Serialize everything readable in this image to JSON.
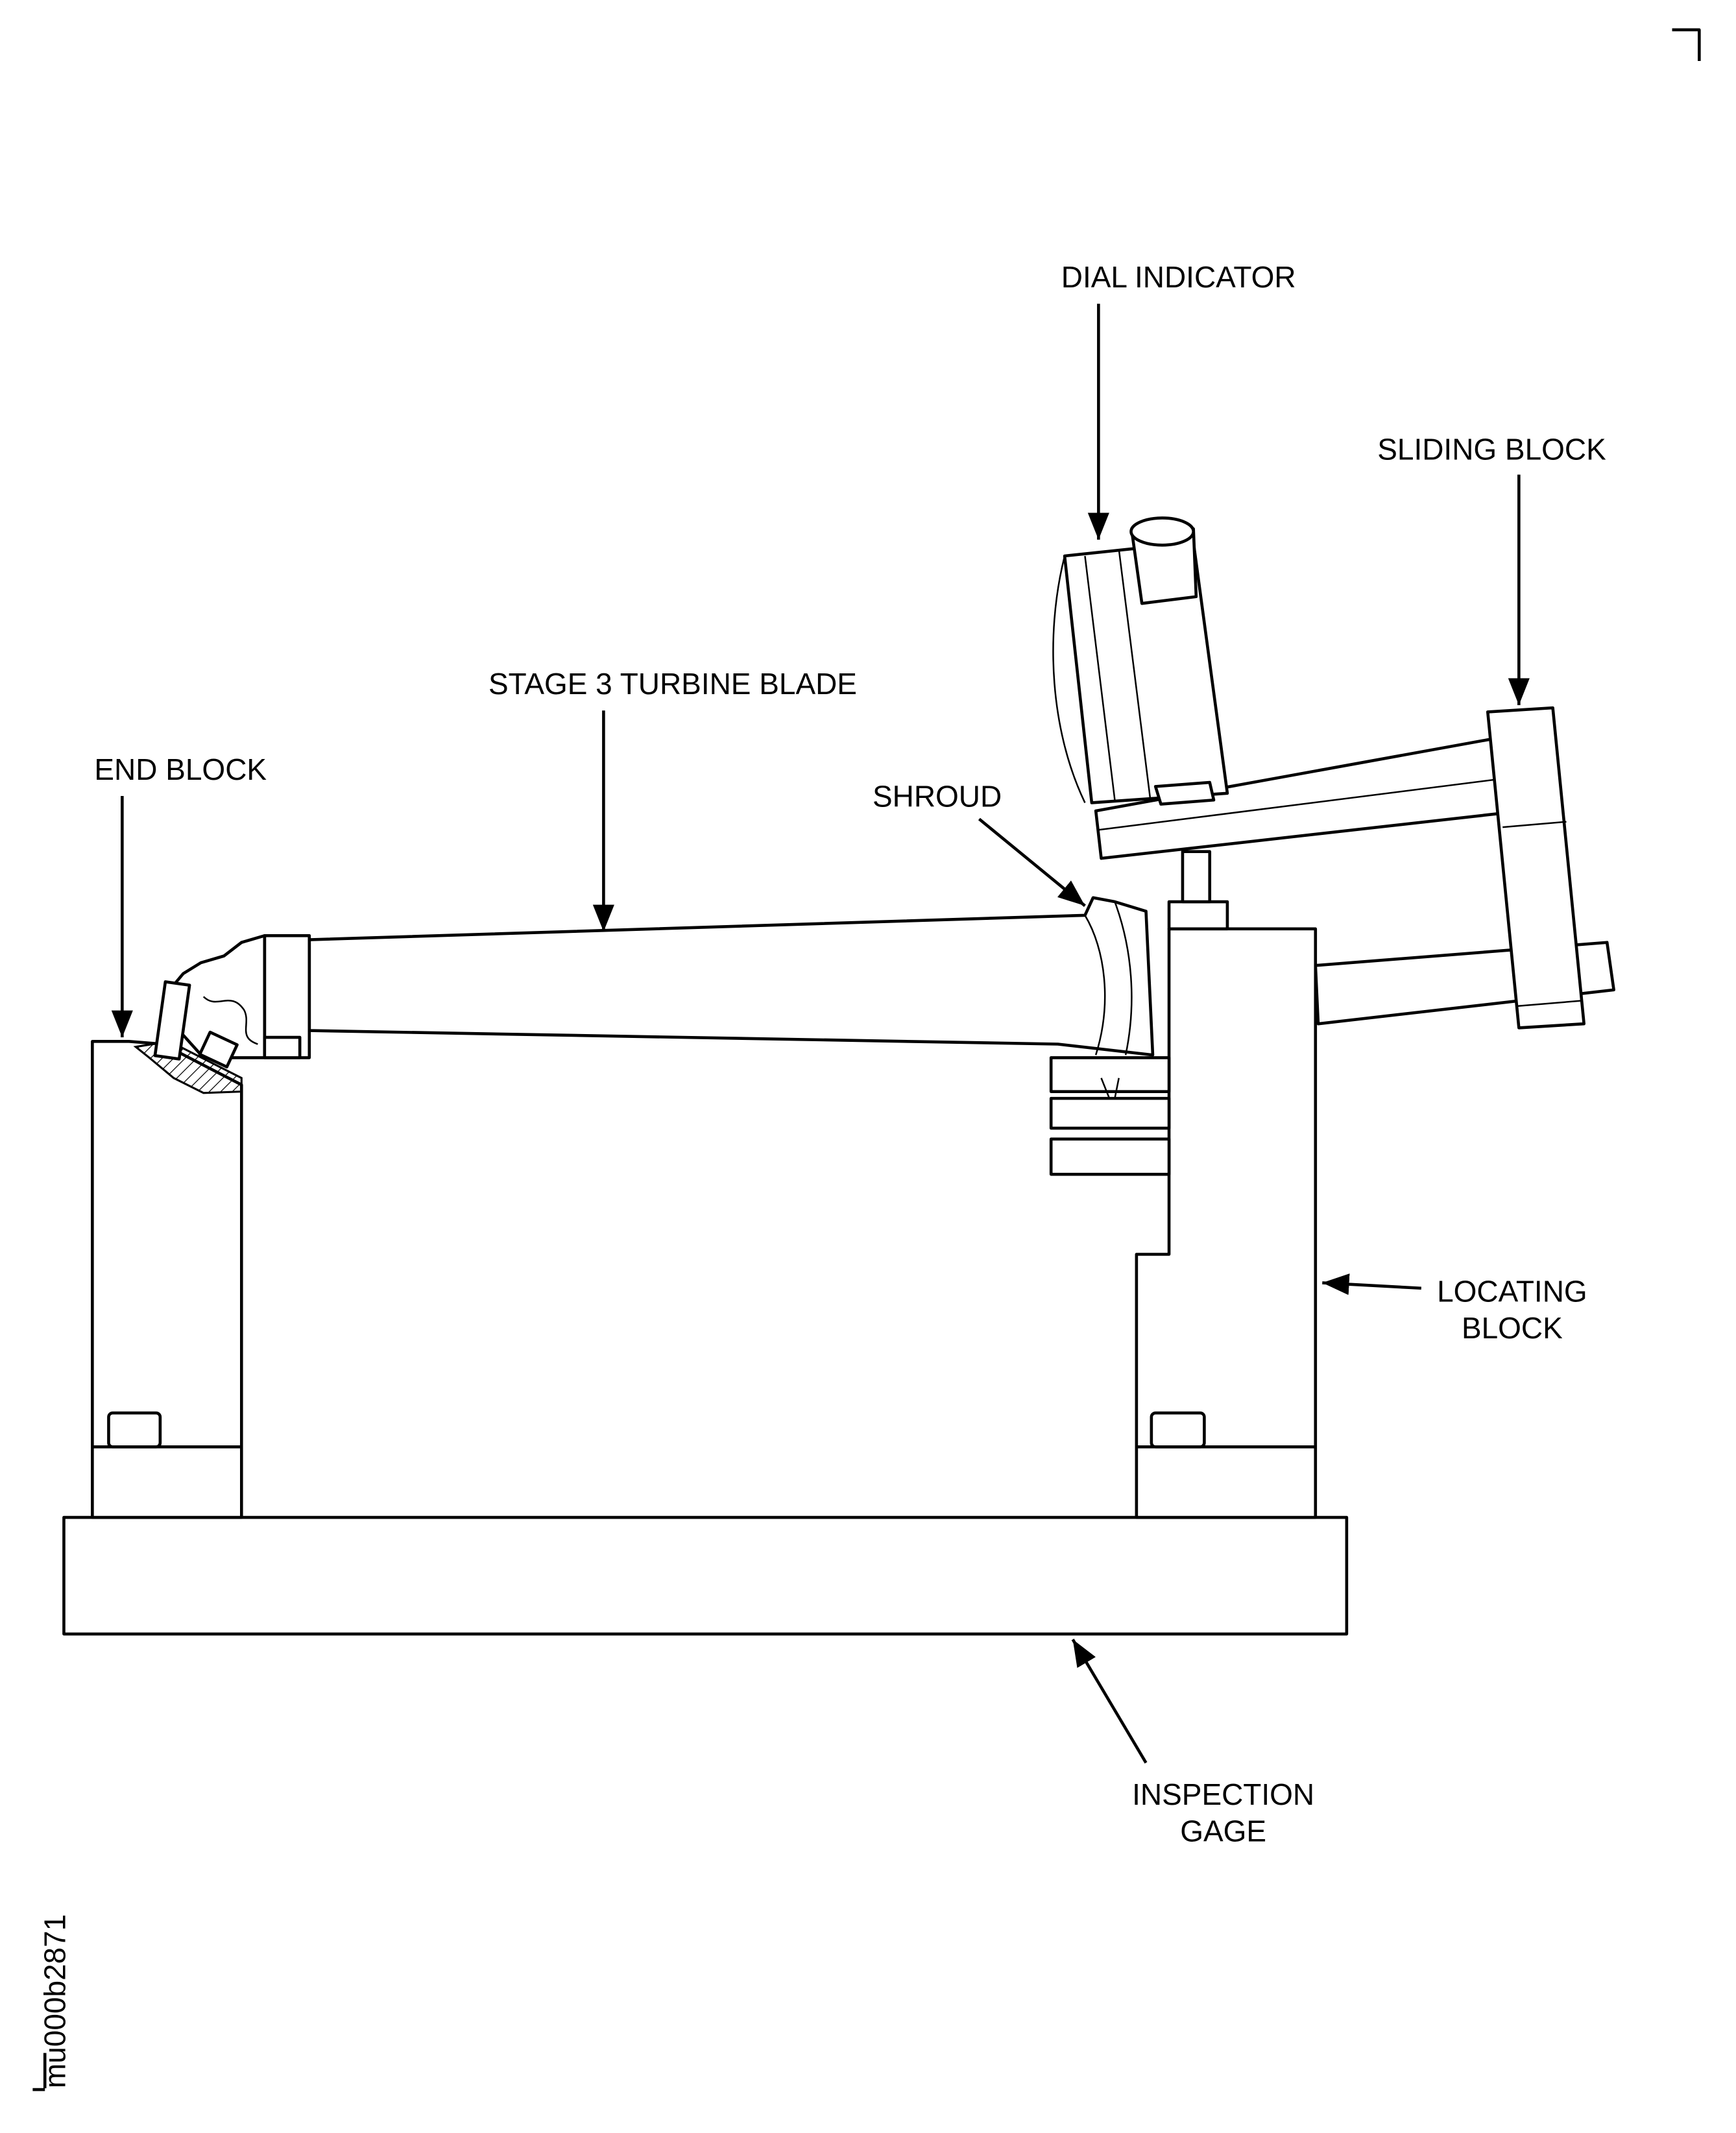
{
  "labels": {
    "dial_indicator": "DIAL INDICATOR",
    "sliding_block": "SLIDING BLOCK",
    "turbine_blade": "STAGE 3 TURBINE BLADE",
    "end_block": "END BLOCK",
    "shroud": "SHROUD",
    "locating_block_line1": "LOCATING",
    "locating_block_line2": "BLOCK",
    "inspection_gage_line1": "INSPECTION",
    "inspection_gage_line2": "GAGE"
  },
  "figure_id": "mu000b2871"
}
